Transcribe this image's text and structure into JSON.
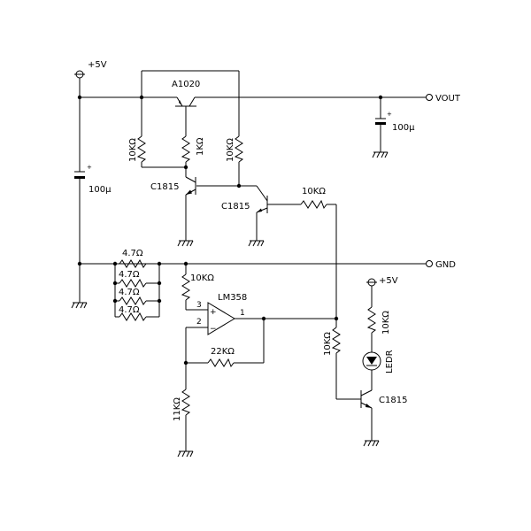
{
  "power": {
    "supply_label": "+5V",
    "led_supply_label": "+5V"
  },
  "terminals": {
    "vout": "VOUT",
    "gnd": "GND"
  },
  "parts": {
    "q_pass": "A1020",
    "q_drive": "C1815",
    "q_error": "C1815",
    "q_led": "C1815",
    "opamp": "LM358",
    "c_in": "100μ",
    "c_out": "100μ",
    "r_pass_base_left": "10KΩ",
    "r_pass_base": "1KΩ",
    "r_pass_base_right": "10KΩ",
    "r_error_base": "10KΩ",
    "r_shunt_1": "4.7Ω",
    "r_shunt_2": "4.7Ω",
    "r_shunt_3": "4.7Ω",
    "r_shunt_4": "4.7Ω",
    "r_opamp_in": "10KΩ",
    "r_feedback": "22KΩ",
    "r_gain": "11KΩ",
    "r_led_base": "10KΩ",
    "r_led": "10KΩ",
    "led": "LEDR"
  },
  "pins": {
    "noninv": "3",
    "inv": "2",
    "out": "1",
    "plus": "+",
    "minus": "−"
  }
}
